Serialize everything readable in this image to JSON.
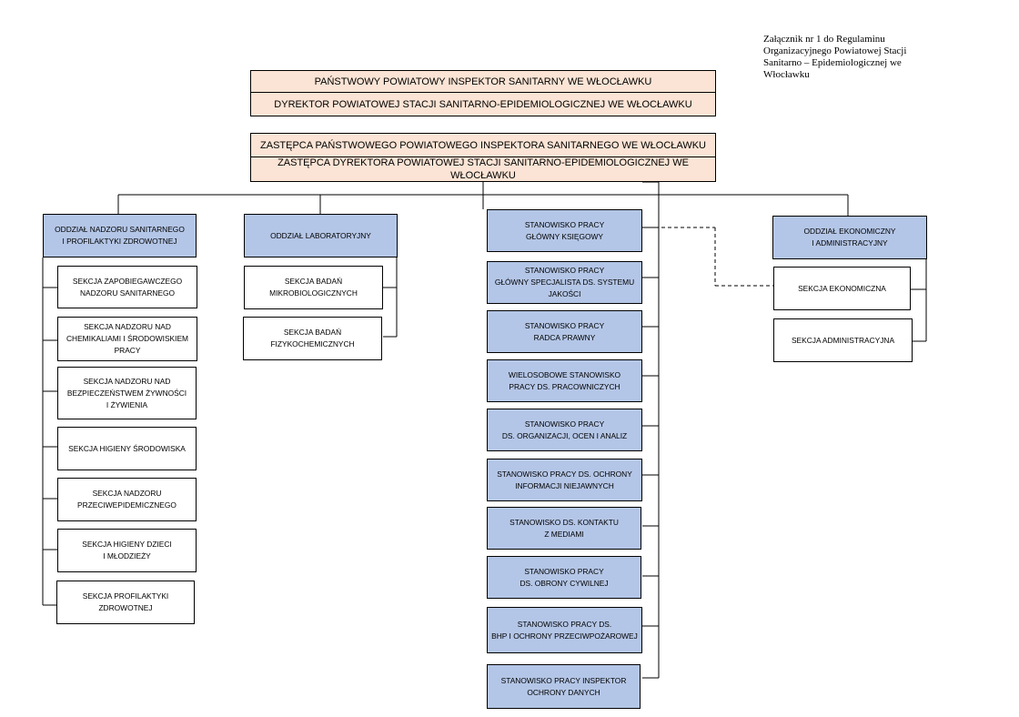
{
  "annex_note": "Załącznik nr 1 do Regulaminu\nOrganizacyjnego Powiatowej Stacji\nSanitarno – Epidemiologicznej we\nWłocławku",
  "top": {
    "inspector": "PAŃSTWOWY POWIATOWY INSPEKTOR SANITARNY WE WŁOCŁAWKU",
    "director": "DYREKTOR POWIATOWEJ STACJI SANITARNO-EPIDEMIOLOGICZNEJ WE WŁOCŁAWKU",
    "deputy_inspector": "ZASTĘPCA PAŃSTWOWEGO POWIATOWEGO INSPEKTORA SANITARNEGO WE WŁOCŁAWKU",
    "deputy_director": "ZASTĘPCA DYREKTORA POWIATOWEJ STACJI SANITARNO-EPIDEMIOLOGICZNEJ WE WŁOCŁAWKU"
  },
  "dept_sanitary": {
    "title": "ODDZIAŁ NADZORU SANITARNEGO\nI PROFILAKTYKI ZDROWOTNEJ",
    "sections": [
      "SEKCJA ZAPOBIEGAWCZEGO\nNADZORU SANITARNEGO",
      "SEKCJA NADZORU NAD\nCHEMIKALIAMI I ŚRODOWISKIEM\nPRACY",
      "SEKCJA NADZORU NAD\nBEZPIECZEŃSTWEM ŻYWNOŚCI\nI ŻYWIENIA",
      "SEKCJA HIGIENY ŚRODOWISKA",
      "SEKCJA NADZORU\nPRZECIWEPIDEMICZNEGO",
      "SEKCJA HIGIENY DZIECI\nI MŁODZIEŻY",
      "SEKCJA PROFILAKTYKI\nZDROWOTNEJ"
    ]
  },
  "dept_lab": {
    "title": "ODDZIAŁ LABORATORYJNY",
    "sections": [
      "SEKCJA BADAŃ\nMIKROBIOLOGICZNYCH",
      "SEKCJA BADAŃ\nFIZYKOCHEMICZNYCH"
    ]
  },
  "positions": [
    "STANOWISKO PRACY\nGŁÓWNY KSIĘGOWY",
    "STANOWISKO PRACY\nGŁÓWNY SPECJALISTA DS. SYSTEMU\nJAKOŚCI",
    "STANOWISKO PRACY\nRADCA PRAWNY",
    "WIELOSOBOWE STANOWISKO\nPRACY  DS. PRACOWNICZYCH",
    "STANOWISKO PRACY\nDS. ORGANIZACJI, OCEN I ANALIZ",
    "STANOWISKO PRACY DS. OCHRONY\nINFORMACJI NIEJAWNYCH",
    "STANOWISKO DS. KONTAKTU\nZ MEDIAMI",
    "STANOWISKO PRACY\nDS. OBRONY CYWILNEJ",
    "STANOWISKO PRACY DS.\nBHP I OCHRONY PRZECIWPOŻAROWEJ",
    "STANOWISKO PRACY INSPEKTOR\nOCHRONY DANYCH"
  ],
  "dept_econ": {
    "title": "ODDZIAŁ EKONOMICZNY\nI ADMINISTRACYJNY",
    "sections": [
      "SEKCJA EKONOMICZNA",
      "SEKCJA ADMINISTRACYJNA"
    ]
  },
  "colors": {
    "top_fill": "#fbe4d5",
    "dept_fill": "#b4c6e7",
    "line": "#000000"
  }
}
